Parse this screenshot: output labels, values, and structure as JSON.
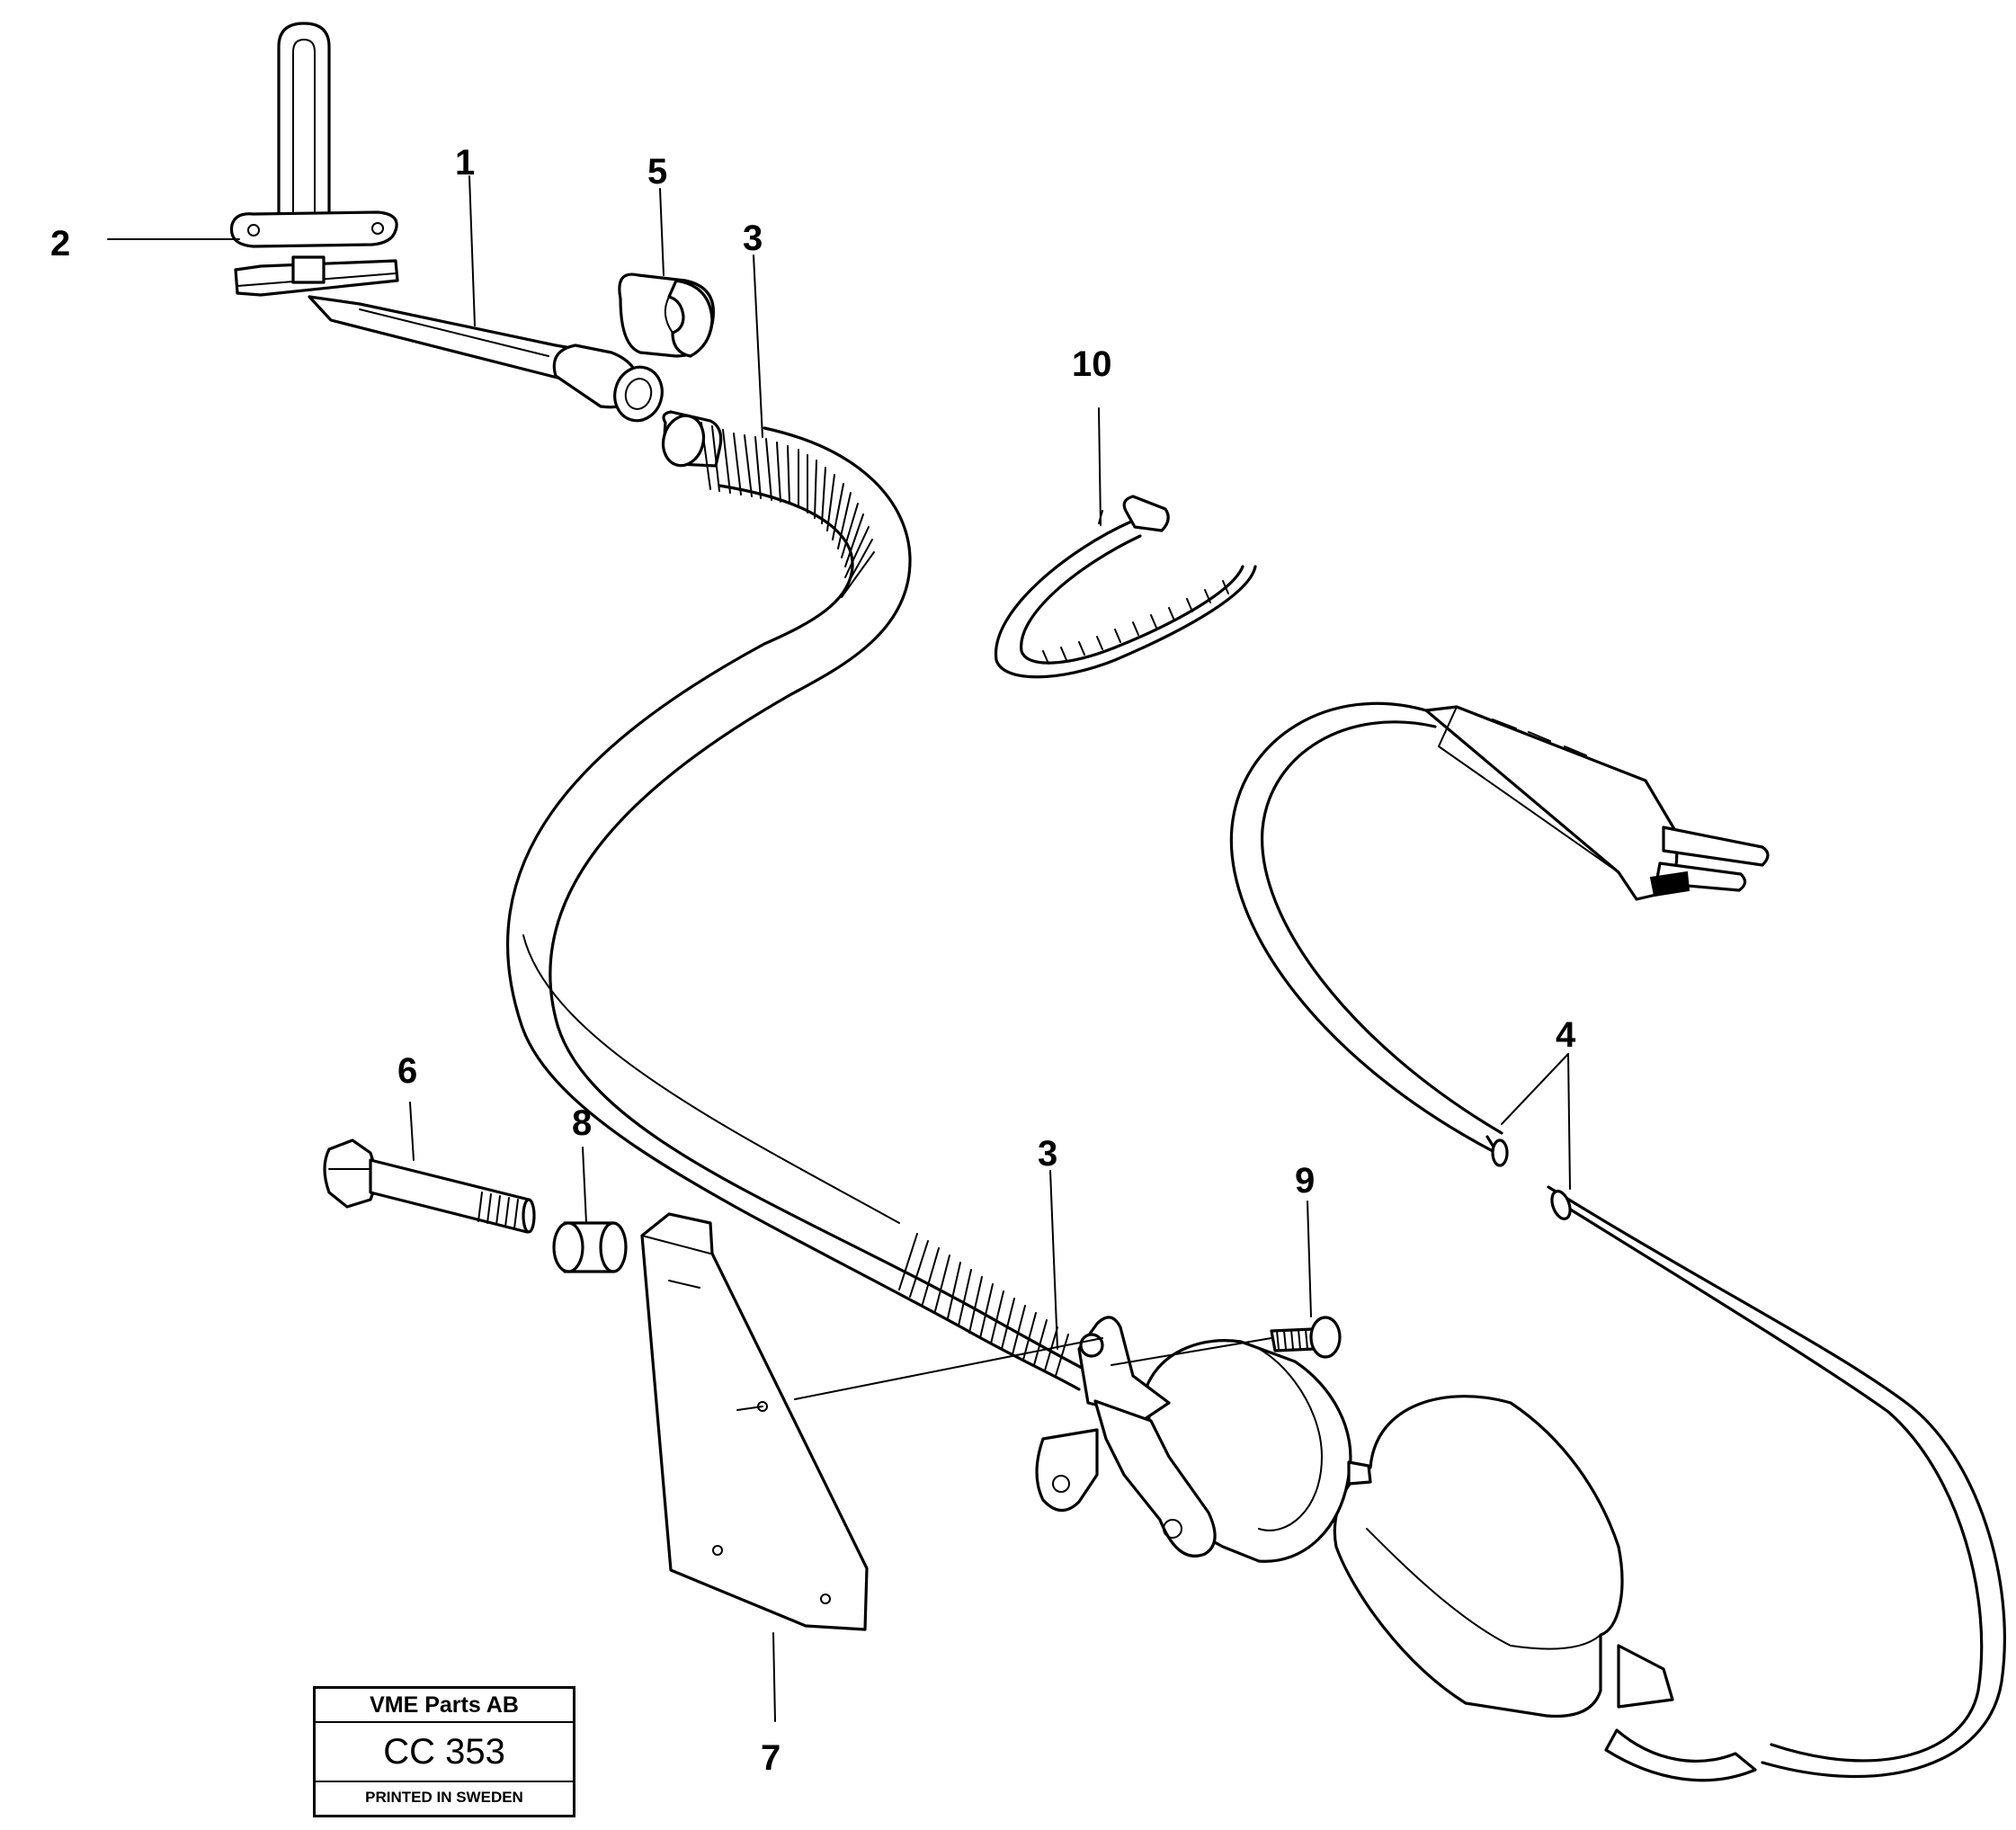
{
  "callouts": [
    "1",
    "2",
    "3",
    "3",
    "4",
    "5",
    "6",
    "7",
    "8",
    "9",
    "10"
  ],
  "stamp": {
    "company": "VME Parts AB",
    "code": "CC 353",
    "printed": "PRINTED IN SWEDEN"
  }
}
